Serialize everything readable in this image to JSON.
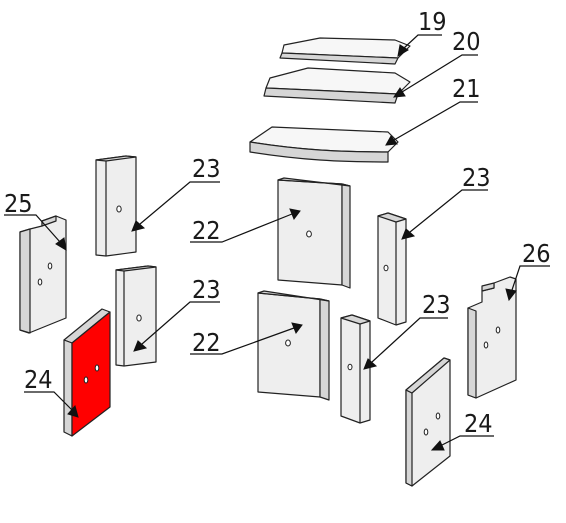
{
  "diagram": {
    "highlight_color": "#ff0000",
    "part_numbers": {
      "p19": "19",
      "p20": "20",
      "p21": "21",
      "p22a": "22",
      "p22b": "22",
      "p23a": "23",
      "p23b": "23",
      "p23c": "23",
      "p23d": "23",
      "p24a": "24",
      "p24b": "24",
      "p25": "25",
      "p26": "26"
    }
  }
}
